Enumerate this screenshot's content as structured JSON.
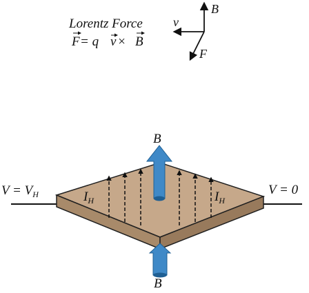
{
  "legend": {
    "title": "Lorentz Force",
    "formula_lhs": "F",
    "formula_mid": " = q ",
    "formula_v": "v",
    "formula_times": " × ",
    "formula_b": "B"
  },
  "vectors": {
    "b": "B",
    "v": "v",
    "f": "F"
  },
  "plate": {
    "field_top": "B",
    "field_bottom": "B",
    "current_left_main": "I",
    "current_left_sub": "H",
    "current_right_main": "I",
    "current_right_sub": "H",
    "left_voltage_main": "V = V",
    "left_voltage_sub": "H",
    "right_voltage": "V = 0"
  },
  "colors": {
    "plate_top": "#c6a88a",
    "plate_front_left": "#a88a6a",
    "plate_front_right": "#987a5c",
    "field_arrow": "#3f89c7",
    "field_arrow_edge": "#1f5f93",
    "ink": "#111111"
  }
}
